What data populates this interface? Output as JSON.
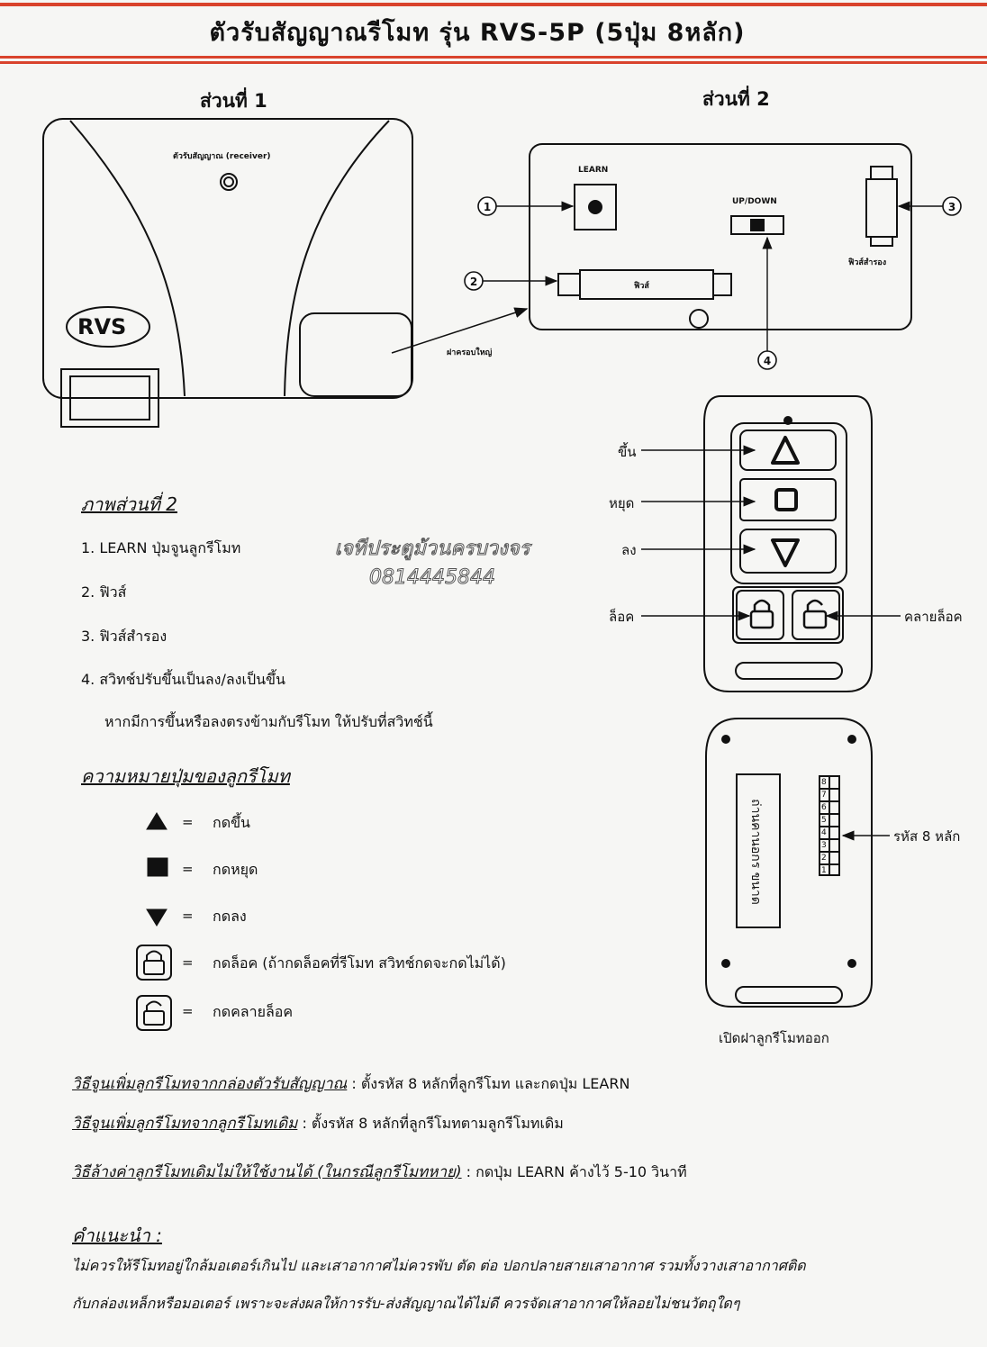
{
  "title": "ตัวรับสัญญาณรีโมท รุ่น RVS-5P (5ปุ่ม 8หลัก)",
  "part1": {
    "heading": "ส่วนที่ 1",
    "receiver_label": "ตัวรับสัญญาณ (receiver)",
    "logo": "RVS",
    "big_cover_label": "ฝาครอบใหญ่"
  },
  "part2": {
    "heading": "ส่วนที่ 2",
    "learn_label": "LEARN",
    "updown_label": "UP/DOWN",
    "fuse_label": "ฟิวส์",
    "spare_fuse_label": "ฟิวส์สำรอง",
    "callouts": [
      "1",
      "2",
      "3",
      "4"
    ]
  },
  "remote": {
    "up_label": "ขึ้น",
    "stop_label": "หยุด",
    "down_label": "ลง",
    "lock_label": "ล็อค",
    "unlock_label": "คลายล็อค",
    "code_label": "รหัส 8 หลัก",
    "code_digits": [
      "1",
      "2",
      "3",
      "4",
      "5",
      "6",
      "7",
      "8"
    ],
    "battery_label": "ถ่านคานอกร ขนาด",
    "open_caption": "เปิดฝาลูกรีโมทออก"
  },
  "section2_legend": {
    "heading": "ภาพส่วนที่ 2",
    "items": [
      "1. LEARN ปุ่มจูนลูกรีโมท",
      "2. ฟิวส์",
      "3. ฟิวส์สำรอง",
      "4. สวิทช์ปรับขึ้นเป็นลง/ลงเป็นขึ้น"
    ],
    "note": "หากมีการขึ้นหรือลงตรงข้ามกับรีโมท ให้ปรับที่สวิทช์นี้"
  },
  "watermark": {
    "line1": "เจทีประตูม้วนครบวงจร",
    "line2": "0814445844"
  },
  "button_meaning": {
    "heading": "ความหมายปุ่มของลูกรีโมท",
    "equals": "=",
    "rows": [
      {
        "icon": "up-triangle-icon",
        "desc": "กดขึ้น"
      },
      {
        "icon": "stop-square-icon",
        "desc": "กดหยุด"
      },
      {
        "icon": "down-triangle-icon",
        "desc": "กดลง"
      },
      {
        "icon": "lock-icon",
        "desc": "กดล็อค (ถ้ากดล็อคที่รีโมท สวิทช์กดจะกดไม่ได้)"
      },
      {
        "icon": "unlock-icon",
        "desc": "กดคลายล็อค"
      }
    ]
  },
  "methods": [
    {
      "title": "วิธีจูนเพิ่มลูกรีโมทจากกล่องตัวรับสัญญาณ",
      "desc": " : ตั้งรหัส 8 หลักที่ลูกรีโมท และกดปุ่ม LEARN"
    },
    {
      "title": "วิธีจูนเพิ่มลูกรีโมทจากลูกรีโมทเดิม",
      "desc": " : ตั้งรหัส 8 หลักที่ลูกรีโมทตามลูกรีโมทเดิม"
    },
    {
      "title": "วิธีล้างค่าลูกรีโมทเดิมไม่ให้ใช้งานได้ (ในกรณีลูกรีโมทหาย)",
      "desc": " : กดปุ่ม LEARN ค้างไว้ 5-10 วินาที"
    }
  ],
  "advice": {
    "heading": "คำแนะนำ :",
    "line1": "ไม่ควรให้รีโมทอยู่ใกล้มอเตอร์เกินไป และเสาอากาศไม่ควรพับ ตัด ต่อ ปอกปลายสายเสาอากาศ รวมทั้งวางเสาอากาศติด",
    "line2": "กับกล่องเหล็กหรือมอเตอร์ เพราะจะส่งผลให้การรับ-ส่งสัญญาณได้ไม่ดี ควรจัดเสาอากาศให้ลอยไม่ชนวัตถุใดๆ"
  },
  "colors": {
    "accent_red": "#d9432c",
    "ink": "#111111",
    "paper": "#f6f6f4"
  }
}
